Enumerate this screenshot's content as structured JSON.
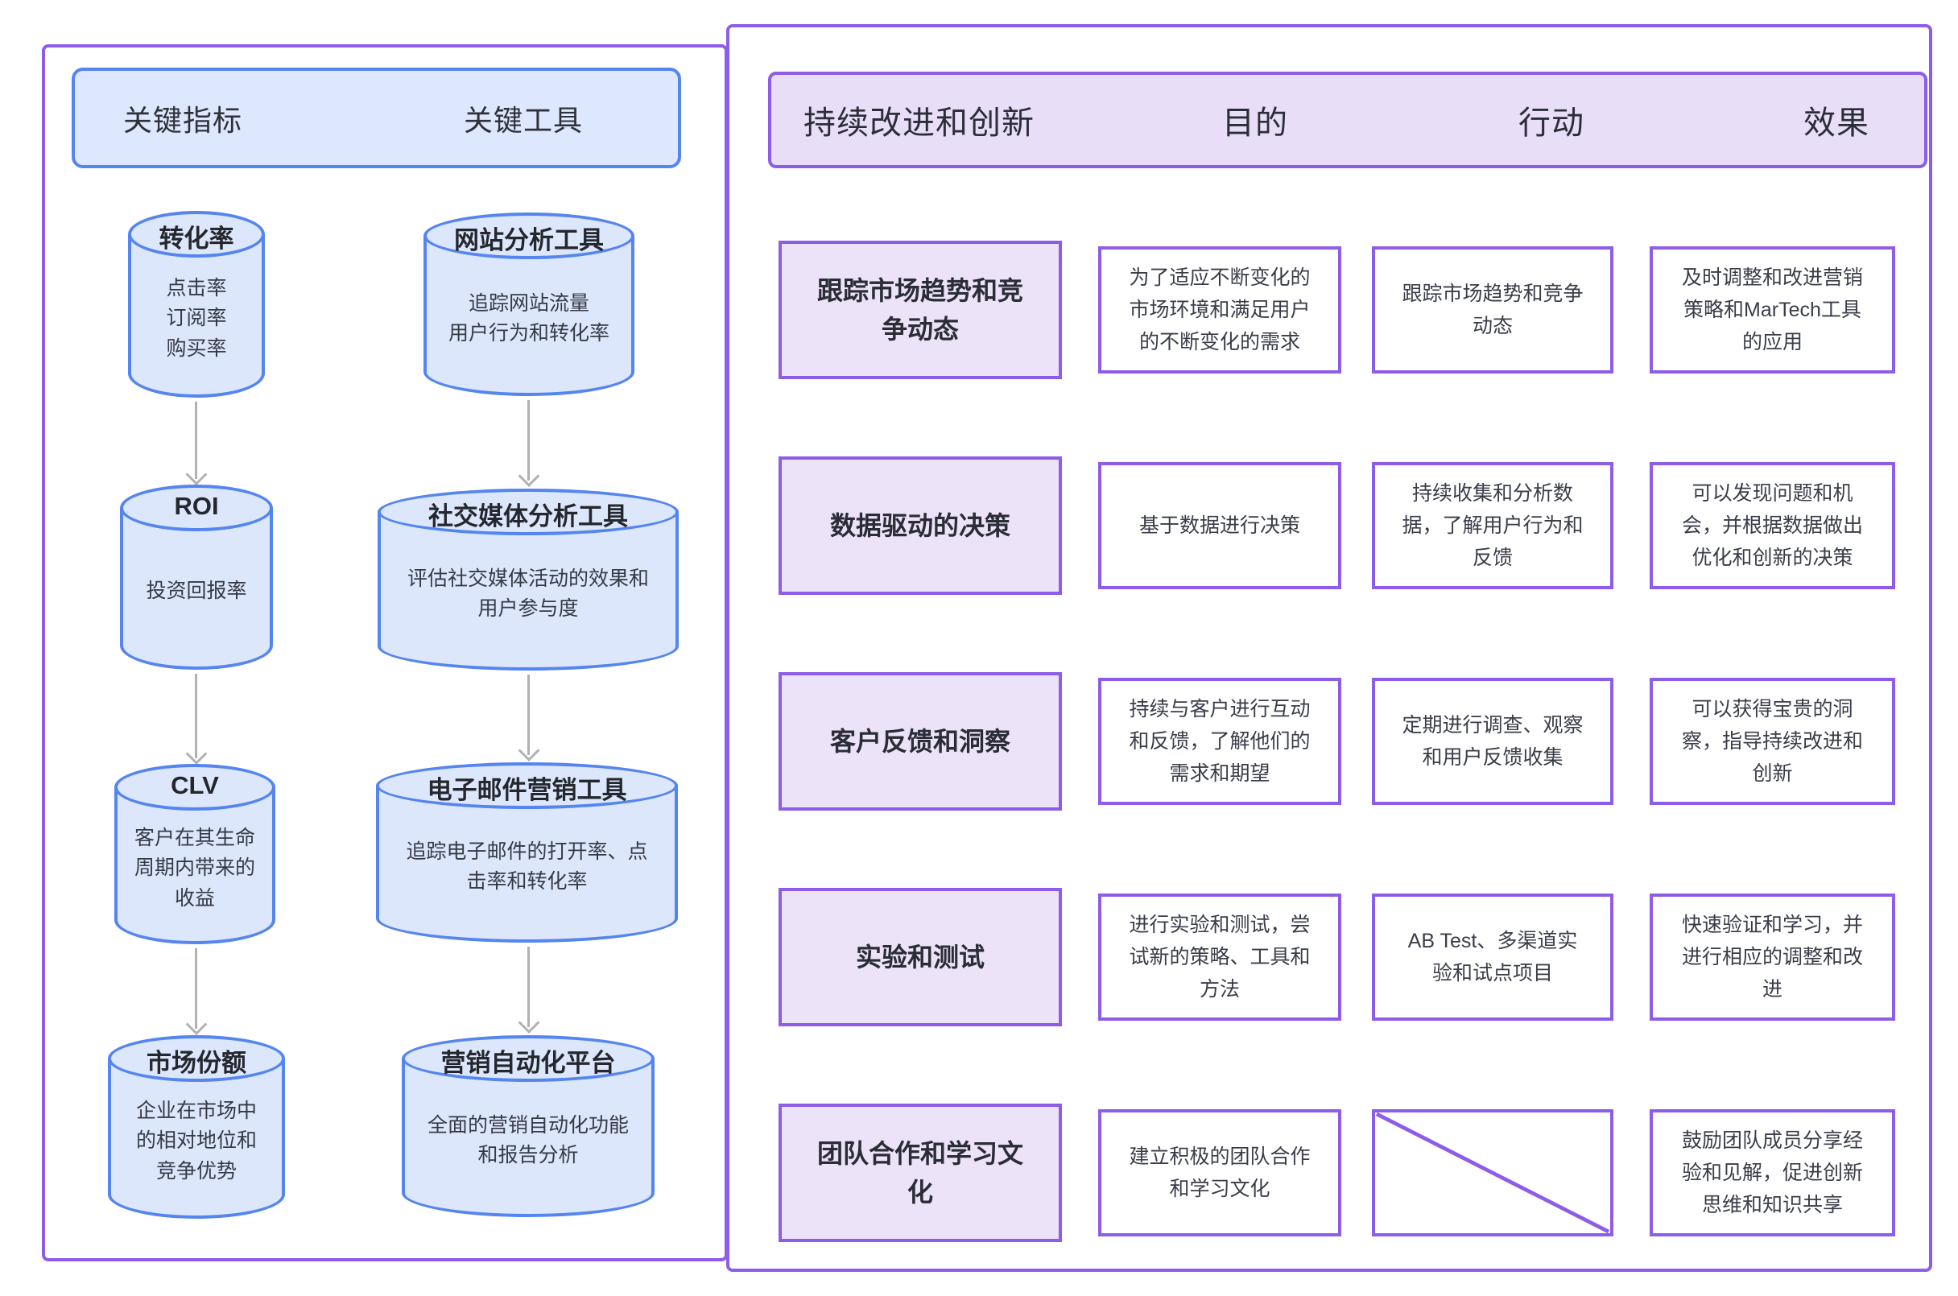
{
  "left_panel": {
    "header": {
      "metrics_label": "关键指标",
      "tools_label": "关键工具"
    },
    "metrics": [
      {
        "title": "转化率",
        "body": "点击率\n订阅率\n购买率"
      },
      {
        "title": "ROI",
        "body": "投资回报率"
      },
      {
        "title": "CLV",
        "body": "客户在其生命\n周期内带来的\n收益"
      },
      {
        "title": "市场份额",
        "body": "企业在市场中\n的相对地位和\n竞争优势"
      }
    ],
    "tools": [
      {
        "title": "网站分析工具",
        "body": "追踪网站流量\n用户行为和转化率"
      },
      {
        "title": "社交媒体分析工具",
        "body": "评估社交媒体活动的效果和\n用户参与度"
      },
      {
        "title": "电子邮件营销工具",
        "body": "追踪电子邮件的打开率、点\n击率和转化率"
      },
      {
        "title": "营销自动化平台",
        "body": "全面的营销自动化功能\n和报告分析"
      }
    ]
  },
  "right_panel": {
    "header": {
      "title": "持续改进和创新",
      "col_purpose": "目的",
      "col_action": "行动",
      "col_effect": "效果"
    },
    "rows": [
      {
        "label": "跟踪市场趋势和竞\n争动态",
        "purpose": "为了适应不断变化的\n市场环境和满足用户\n的不断变化的需求",
        "action": "跟踪市场趋势和竞争\n动态",
        "effect": "及时调整和改进营销\n策略和MarTech工具\n的应用"
      },
      {
        "label": "数据驱动的决策",
        "purpose": "基于数据进行决策",
        "action": "持续收集和分析数\n据，了解用户行为和\n反馈",
        "effect": "可以发现问题和机\n会，并根据数据做出\n优化和创新的决策"
      },
      {
        "label": "客户反馈和洞察",
        "purpose": "持续与客户进行互动\n和反馈，了解他们的\n需求和期望",
        "action": "定期进行调查、观察\n和用户反馈收集",
        "effect": "可以获得宝贵的洞\n察，指导持续改进和\n创新"
      },
      {
        "label": "实验和测试",
        "purpose": "进行实验和测试，尝\n试新的策略、工具和\n方法",
        "action": "AB Test、多渠道实\n验和试点项目",
        "effect": "快速验证和学习，并\n进行相应的调整和改\n进"
      },
      {
        "label": "团队合作和学习文\n化",
        "purpose": "建立积极的团队合作\n和学习文化",
        "action": "",
        "effect": "鼓励团队成员分享经\n验和见解，促进创新\n思维和知识共享"
      }
    ]
  },
  "colors": {
    "panel_border": "#8d5ce8",
    "lavender_fill": "#ece3f9",
    "cylinder_border": "#5585ee",
    "cylinder_fill": "#dde7fc",
    "arrow": "#b1b1b1"
  }
}
